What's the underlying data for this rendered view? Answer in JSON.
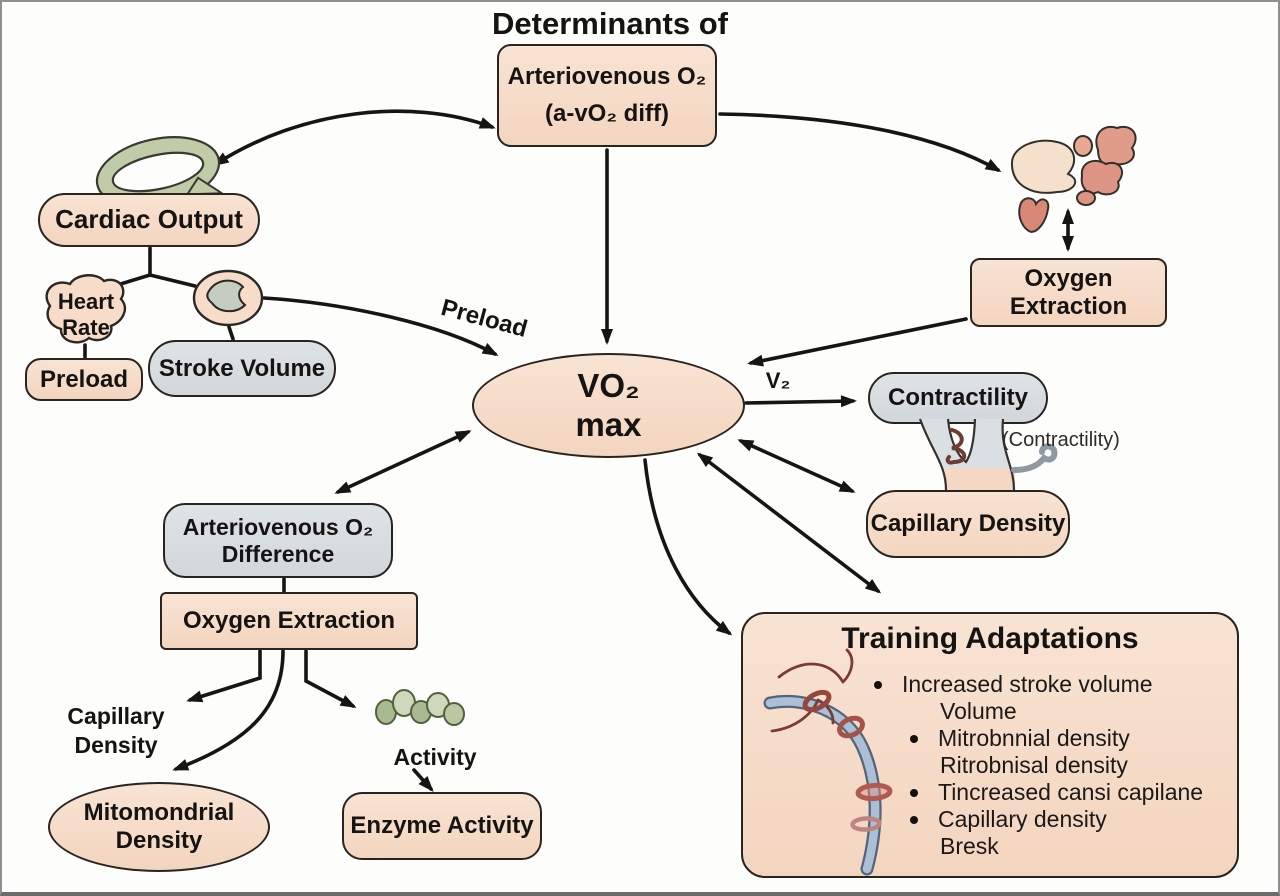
{
  "title": "Determinants of",
  "colors": {
    "peach": "#f6dcc9",
    "gray_box": "#d8dee1",
    "loop_green": "#c0cba8",
    "bead_green": "#b9c7a2",
    "tissue_salmon": "#de9484",
    "capillary_blue": "#abc0d7",
    "ring_red": "#a3534a",
    "line_black": "#171513"
  },
  "nodes": {
    "av_o2": {
      "line1": "Arteriovenous O₂",
      "line2": "(a-vO₂ diff)"
    },
    "cardiac_output": {
      "label": "Cardiac Output"
    },
    "heart_rate": {
      "line1": "Heart",
      "line2": "Rate"
    },
    "preload_box": {
      "label": "Preload"
    },
    "stroke_volume": {
      "label": "Stroke Volume"
    },
    "vo2max": {
      "line1": "VO₂",
      "line2": "max"
    },
    "oxygen_extraction_right": {
      "line1": "Oxygen",
      "line2": "Extraction"
    },
    "contractility": {
      "label": "Contractility"
    },
    "contractility_note": {
      "label": "(Contractility)"
    },
    "capillary_density_box": {
      "label": "Capillary Density"
    },
    "av_o2_difference": {
      "line1": "Arteriovenous O₂",
      "line2": "Difference"
    },
    "oxygen_extraction_left": {
      "label": "Oxygen Extraction"
    },
    "capillary_density_label": {
      "line1": "Capillary",
      "line2": "Density"
    },
    "activity_label": {
      "label": "Activity"
    },
    "mitomondrial": {
      "line1": "Mitomondrial",
      "line2": "Density"
    },
    "enzyme_activity": {
      "label": "Enzyme Activity"
    }
  },
  "edge_labels": {
    "preload": "Preload",
    "v2": "V₂"
  },
  "training": {
    "title": "Training Adaptations",
    "items": [
      {
        "text": "Increased stroke volume",
        "cont": "Volume"
      },
      {
        "text": "Mitrobnnial density",
        "cont": "Ritrobnisal density"
      },
      {
        "text": "Tincreased cansi capilane",
        "cont": ""
      },
      {
        "text": "Capillary density",
        "cont": "Bresk"
      }
    ]
  }
}
